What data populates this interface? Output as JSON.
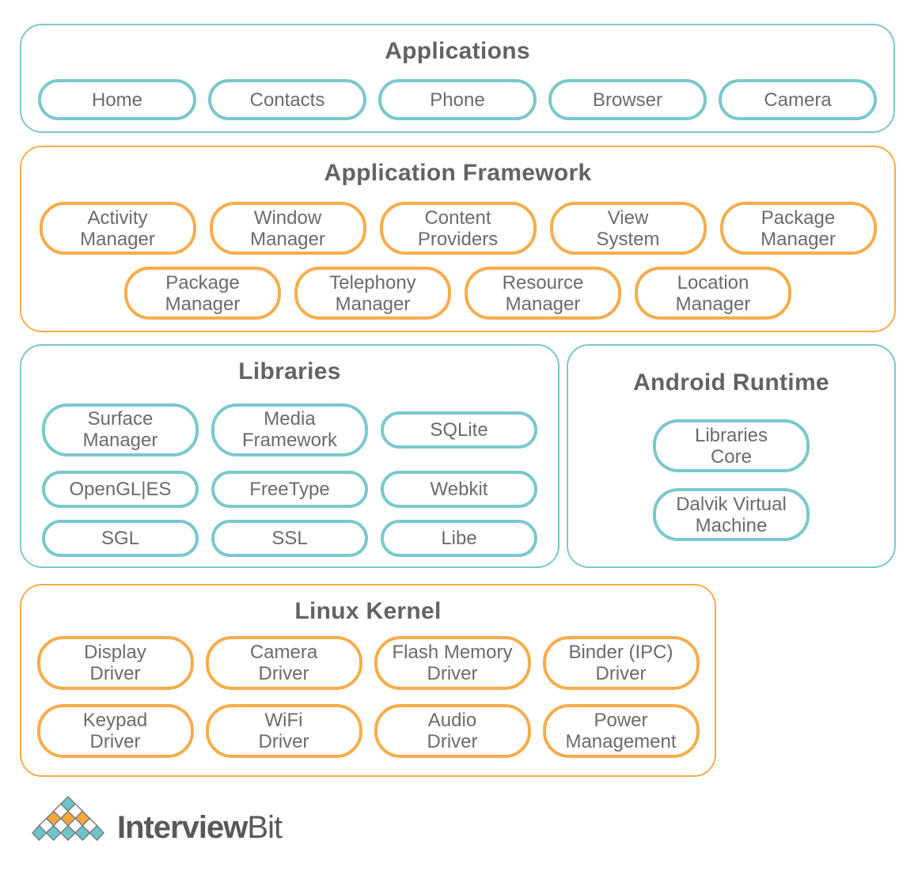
{
  "colors": {
    "teal": "#7AC8CC",
    "orange": "#F7AC4A",
    "title_gray": "#636363",
    "text_gray": "#6B6B6B",
    "logo_gray": "#58595B",
    "logo_teal": "#6BC5C9",
    "logo_orange": "#F5A93B",
    "diamond_outline": "#7A7A7A"
  },
  "applications": {
    "title": "Applications",
    "items": [
      "Home",
      "Contacts",
      "Phone",
      "Browser",
      "Camera"
    ]
  },
  "framework": {
    "title": "Application Framework",
    "row1": [
      "Activity\nManager",
      "Window\nManager",
      "Content\nProviders",
      "View\nSystem",
      "Package\nManager"
    ],
    "row2": [
      "Package\nManager",
      "Telephony\nManager",
      "Resource\nManager",
      "Location\nManager"
    ]
  },
  "libraries": {
    "title": "Libraries",
    "row1": [
      "Surface\nManager",
      "Media\nFramework",
      "SQLite"
    ],
    "row2": [
      "OpenGL|ES",
      "FreeType",
      "Webkit"
    ],
    "row3": [
      "SGL",
      "SSL",
      "Libe"
    ]
  },
  "runtime": {
    "title": "Android Runtime",
    "items": [
      "Libraries\nCore",
      "Dalvik Virtual\nMachine"
    ]
  },
  "kernel": {
    "title": "Linux Kernel",
    "row1": [
      "Display\nDriver",
      "Camera\nDriver",
      "Flash Memory\nDriver",
      "Binder (IPC)\nDriver"
    ],
    "row2": [
      "Keypad\nDriver",
      "WiFi\nDriver",
      "Audio\nDriver",
      "Power\nManagement"
    ]
  },
  "logo": {
    "bold": "Interview",
    "light": "Bit"
  }
}
